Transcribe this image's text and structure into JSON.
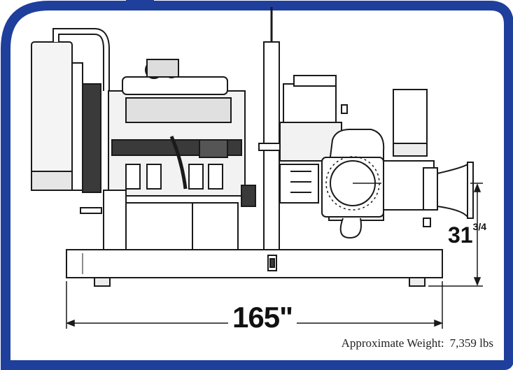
{
  "dimensions": {
    "length": "165\"",
    "height_whole": "31",
    "height_fraction": "3/4"
  },
  "weight": {
    "label": "Approximate Weight:",
    "value": "7,359 lbs"
  },
  "colors": {
    "border": "#1f3f9c",
    "line": "#1a1a1a",
    "fill_dark": "#3a3a3a",
    "fill_light": "#ececec"
  }
}
